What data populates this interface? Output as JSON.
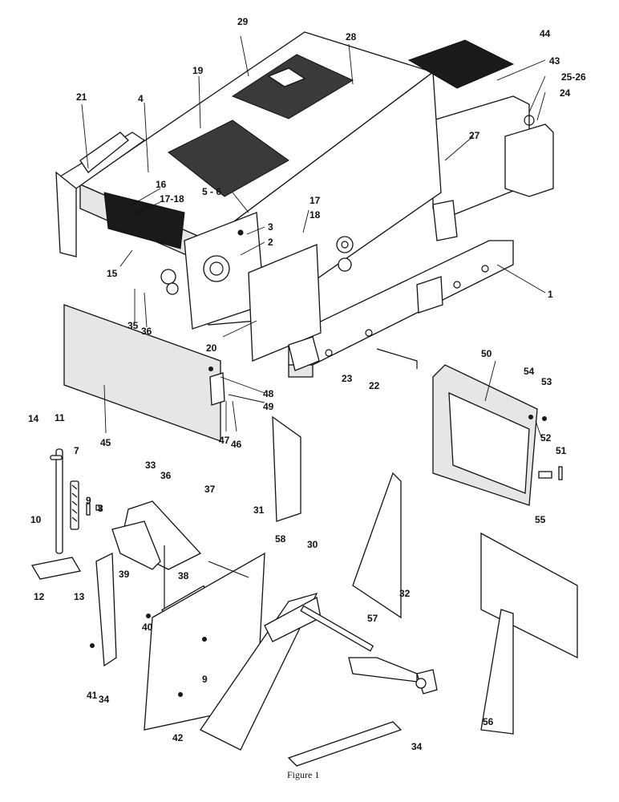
{
  "caption": "Figure 1",
  "callouts": [
    "1",
    "2",
    "3",
    "4",
    "5 - 6",
    "7",
    "8",
    "9",
    "10",
    "11",
    "12",
    "13",
    "14",
    "15",
    "16",
    "17-18",
    "19",
    "20",
    "21",
    "22",
    "23",
    "24",
    "25-26",
    "27",
    "28",
    "29",
    "30",
    "31",
    "32",
    "33",
    "34",
    "35",
    "36",
    "37",
    "38",
    "39",
    "40",
    "41",
    "42",
    "43",
    "44",
    "45",
    "46",
    "47",
    "48",
    "49",
    "50",
    "51",
    "52",
    "53",
    "54",
    "55",
    "56",
    "57",
    "58",
    "17",
    "18",
    "36",
    "9",
    "34"
  ],
  "colors": {
    "ink": "#111111",
    "mesh": "#3a3a3a",
    "shade": "#e6e6e6",
    "paper": "#ffffff"
  }
}
